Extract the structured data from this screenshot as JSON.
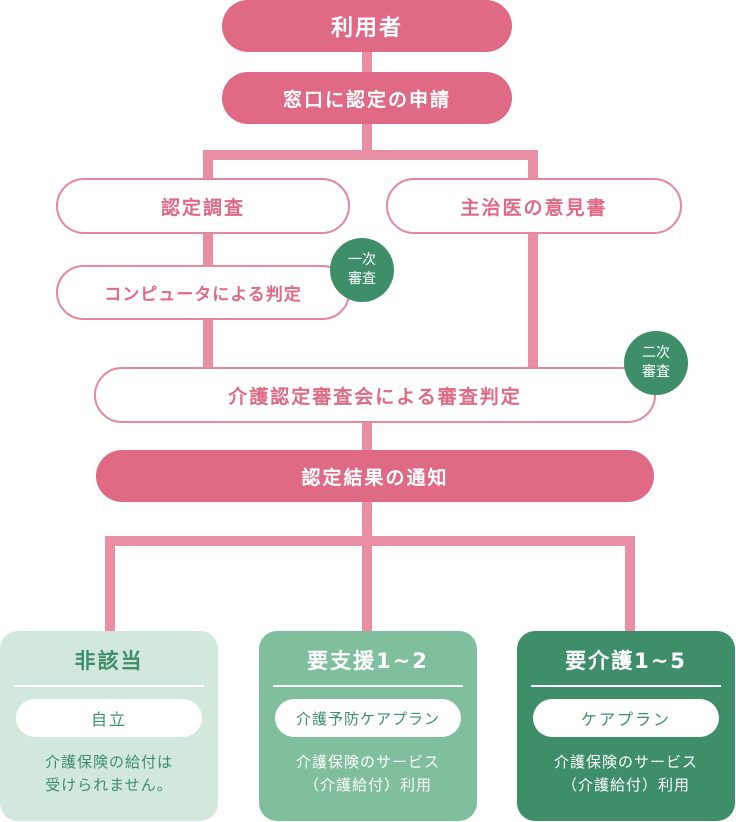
{
  "flow": {
    "user": "利用者",
    "apply": "窓口に認定の申請",
    "survey": "認定調査",
    "doctor": "主治医の意見書",
    "computer": "コンピュータによる判定",
    "committee": "介護認定審査会による審査判定",
    "notice": "認定結果の通知"
  },
  "badges": {
    "first": [
      "一次",
      "審査"
    ],
    "second": [
      "二次",
      "審査"
    ]
  },
  "results": [
    {
      "title": "非該当",
      "plan": "自立",
      "desc": [
        "介護保険の給付は",
        "受けられません。"
      ]
    },
    {
      "title": "要支援1~2",
      "plan": "介護予防ケアプラン",
      "desc": [
        "介護保険のサービス",
        "（介護給付）利用"
      ]
    },
    {
      "title": "要介護1~5",
      "plan": "ケアプラン",
      "desc": [
        "介護保険のサービス",
        "（介護給付）利用"
      ]
    }
  ],
  "colors": {
    "pink": "#e06a85",
    "connector": "#e8879c",
    "green_light": "#d3e8dc",
    "green_mid": "#7fbf9d",
    "green_dark": "#3e8e6a"
  }
}
